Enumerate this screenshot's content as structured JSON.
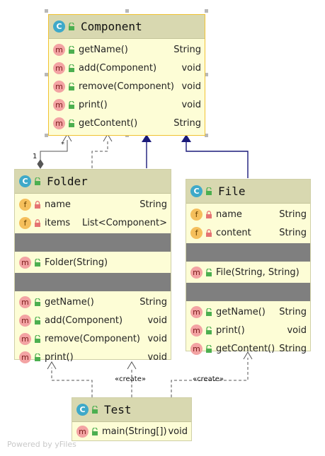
{
  "classes": {
    "component": {
      "badge": "C",
      "name": "Component",
      "methods": [
        {
          "name": "getName()",
          "type": "String"
        },
        {
          "name": "add(Component)",
          "type": "void"
        },
        {
          "name": "remove(Component)",
          "type": "void"
        },
        {
          "name": "print()",
          "type": "void"
        },
        {
          "name": "getContent()",
          "type": "String"
        }
      ]
    },
    "folder": {
      "badge": "C",
      "name": "Folder",
      "fields": [
        {
          "name": "name",
          "type": "String"
        },
        {
          "name": "items",
          "type": "List<Component>"
        }
      ],
      "constructors": [
        {
          "name": "Folder(String)",
          "type": ""
        }
      ],
      "methods": [
        {
          "name": "getName()",
          "type": "String"
        },
        {
          "name": "add(Component)",
          "type": "void"
        },
        {
          "name": "remove(Component)",
          "type": "void"
        },
        {
          "name": "print()",
          "type": "void"
        }
      ]
    },
    "file": {
      "badge": "C",
      "name": "File",
      "fields": [
        {
          "name": "name",
          "type": "String"
        },
        {
          "name": "content",
          "type": "String"
        }
      ],
      "constructors": [
        {
          "name": "File(String, String)",
          "type": ""
        }
      ],
      "methods": [
        {
          "name": "getName()",
          "type": "String"
        },
        {
          "name": "print()",
          "type": "void"
        },
        {
          "name": "getContent()",
          "type": "String"
        }
      ]
    },
    "test": {
      "badge": "C",
      "name": "Test",
      "methods": [
        {
          "name": "main(String[])",
          "type": "void"
        }
      ]
    }
  },
  "badges": {
    "method": "m",
    "field": "f"
  },
  "edges": {
    "multiplicity_one": "1",
    "multiplicity_many": "*",
    "create_label": "«create»"
  },
  "watermark": "Powered by yFiles",
  "colors": {
    "class_body": "#fdfdd6",
    "class_header": "#d8d8b0",
    "separator": "#7f7f7f",
    "inheritance_line": "#1a1a7a",
    "dependency_line": "#555555",
    "selection_border": "#f1c232",
    "class_badge": "#3ea9c9",
    "method_badge": "#f3a3a3",
    "field_badge": "#f5bf5c",
    "public_icon": "#4caf50",
    "private_icon": "#e57373"
  }
}
